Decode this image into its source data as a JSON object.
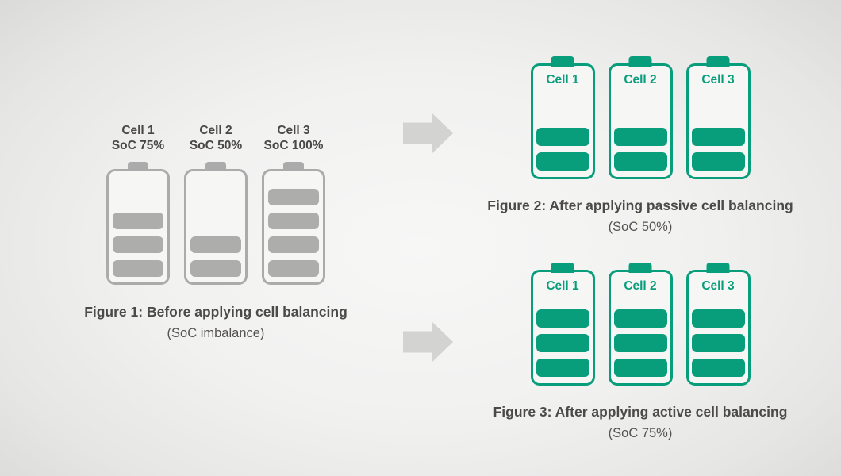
{
  "title": "Battery cell balancing comparison diagram",
  "colors": {
    "green_accent": "#089e7c",
    "gray_battery": "#ababab",
    "text_dark": "#4b4a49",
    "arrow_gray": "#d3d3d2",
    "background_center": "#f7f7f6",
    "background_edge": "#d7d7d6"
  },
  "figures": [
    {
      "id": "figure-1",
      "theme": "gray",
      "label_position": "above",
      "batteries": [
        {
          "name": "Cell 1",
          "soc": "SoC 75%",
          "bars": 3
        },
        {
          "name": "Cell 2",
          "soc": "SoC 50%",
          "bars": 2
        },
        {
          "name": "Cell 3",
          "soc": "SoC 100%",
          "bars": 4
        }
      ],
      "caption": "Figure 1: Before applying cell balancing",
      "subcaption": "(SoC imbalance)"
    },
    {
      "id": "figure-2",
      "theme": "green",
      "label_position": "inside",
      "batteries": [
        {
          "name": "Cell 1",
          "bars": 2
        },
        {
          "name": "Cell 2",
          "bars": 2
        },
        {
          "name": "Cell 3",
          "bars": 2
        }
      ],
      "caption": "Figure 2: After applying passive cell balancing",
      "subcaption": "(SoC 50%)"
    },
    {
      "id": "figure-3",
      "theme": "green",
      "label_position": "inside",
      "batteries": [
        {
          "name": "Cell 1",
          "bars": 3
        },
        {
          "name": "Cell 2",
          "bars": 3
        },
        {
          "name": "Cell 3",
          "bars": 3
        }
      ],
      "caption": "Figure 3: After applying active cell balancing",
      "subcaption": "(SoC 75%)"
    }
  ],
  "arrows": [
    {
      "id": "arrow-1",
      "meaning": "from figure 1 to figure 2"
    },
    {
      "id": "arrow-2",
      "meaning": "from figure 1 to figure 3"
    }
  ]
}
